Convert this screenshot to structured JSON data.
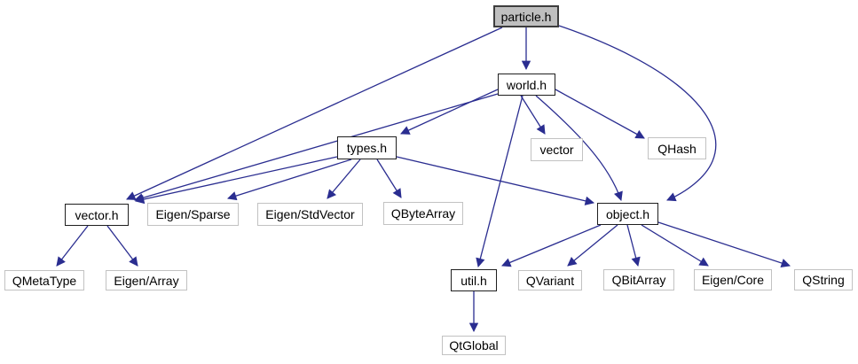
{
  "graph": {
    "type": "include-dependency-graph",
    "colors": {
      "edge": "#2a2d90",
      "root_fill": "#bfbfbf",
      "documented_border": "#1f1f1f",
      "external_border": "#c2c2c2",
      "text": "#000000",
      "background": "#ffffff"
    },
    "nodes": {
      "particle_h": {
        "label": "particle.h"
      },
      "world_h": {
        "label": "world.h"
      },
      "types_h": {
        "label": "types.h"
      },
      "vector_std": {
        "label": "vector"
      },
      "qhash": {
        "label": "QHash"
      },
      "vector_h": {
        "label": "vector.h"
      },
      "eigen_sparse": {
        "label": "Eigen/Sparse"
      },
      "eigen_stdvector": {
        "label": "Eigen/StdVector"
      },
      "qbytearray": {
        "label": "QByteArray"
      },
      "object_h": {
        "label": "object.h"
      },
      "util_h": {
        "label": "util.h"
      },
      "qvariant": {
        "label": "QVariant"
      },
      "qbitarray": {
        "label": "QBitArray"
      },
      "eigen_core": {
        "label": "Eigen/Core"
      },
      "qstring": {
        "label": "QString"
      },
      "qmetatype": {
        "label": "QMetaType"
      },
      "eigen_array": {
        "label": "Eigen/Array"
      },
      "qtglobal": {
        "label": "QtGlobal"
      }
    },
    "edges": [
      {
        "from": "particle.h",
        "to": "world.h"
      },
      {
        "from": "particle.h",
        "to": "vector.h"
      },
      {
        "from": "particle.h",
        "to": "object.h"
      },
      {
        "from": "world.h",
        "to": "types.h"
      },
      {
        "from": "world.h",
        "to": "vector.h"
      },
      {
        "from": "world.h",
        "to": "vector"
      },
      {
        "from": "world.h",
        "to": "QHash"
      },
      {
        "from": "world.h",
        "to": "util.h"
      },
      {
        "from": "world.h",
        "to": "object.h"
      },
      {
        "from": "types.h",
        "to": "vector.h"
      },
      {
        "from": "types.h",
        "to": "Eigen/Sparse"
      },
      {
        "from": "types.h",
        "to": "Eigen/StdVector"
      },
      {
        "from": "types.h",
        "to": "QByteArray"
      },
      {
        "from": "types.h",
        "to": "object.h"
      },
      {
        "from": "vector.h",
        "to": "QMetaType"
      },
      {
        "from": "vector.h",
        "to": "Eigen/Array"
      },
      {
        "from": "object.h",
        "to": "util.h"
      },
      {
        "from": "object.h",
        "to": "QVariant"
      },
      {
        "from": "object.h",
        "to": "QBitArray"
      },
      {
        "from": "object.h",
        "to": "Eigen/Core"
      },
      {
        "from": "object.h",
        "to": "QString"
      },
      {
        "from": "util.h",
        "to": "QtGlobal"
      }
    ]
  }
}
